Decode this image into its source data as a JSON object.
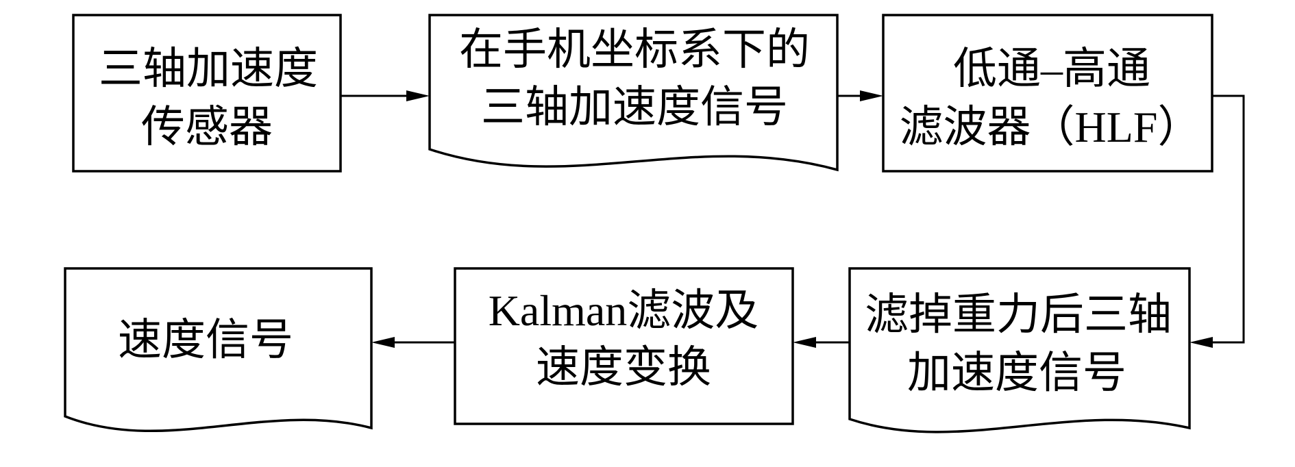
{
  "nodes": [
    {
      "lines": [
        "三轴加速度",
        "传感器"
      ]
    },
    {
      "lines": [
        "在手机坐标系下的",
        "三轴加速度信号"
      ]
    },
    {
      "lines": [
        "低通–高通",
        "滤波器（HLF）"
      ]
    },
    {
      "lines": [
        "滤掉重力后三轴",
        "加速度信号"
      ]
    },
    {
      "lines": [
        "Kalman滤波及",
        "速度变换"
      ]
    },
    {
      "lines": [
        "速度信号"
      ]
    }
  ],
  "colors": {
    "stroke": "#000000",
    "fill": "#ffffff"
  }
}
